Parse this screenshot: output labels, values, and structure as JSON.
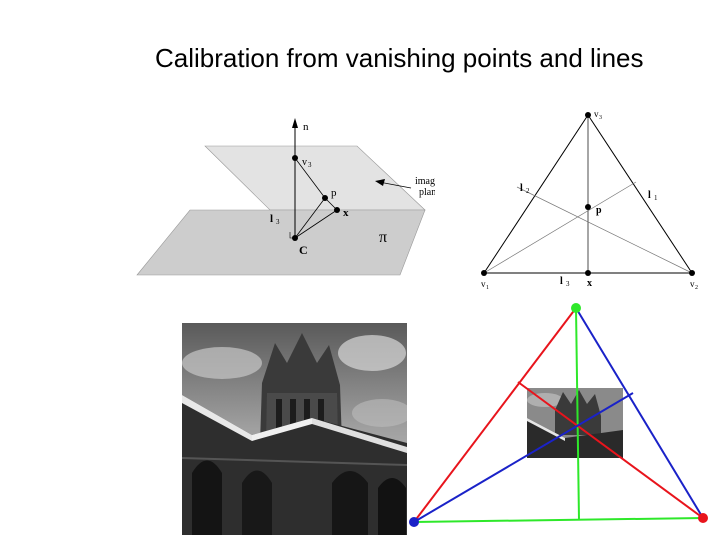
{
  "title": "Calibration from vanishing points and lines",
  "plane_figure": {
    "labels": {
      "n": "n",
      "v3": "v",
      "v3_sub": "3",
      "p": "p",
      "x": "x",
      "l3": "l",
      "l3_sub": "3",
      "c": "C",
      "pi": "π",
      "image_plane_1": "image",
      "image_plane_2": "plane"
    }
  },
  "triangle_figure": {
    "labels": {
      "v3": "v",
      "v3_sub": "3",
      "l2": "l",
      "l2_sub": "2",
      "l1": "l",
      "l1_sub": "1",
      "p": "p",
      "v1": "v",
      "v1_sub": "1",
      "l3": "l",
      "l3_sub": "3",
      "x": "x",
      "v2": "v",
      "v2_sub": "2"
    }
  },
  "colors": {
    "red": "#e8141c",
    "blue": "#1a22c8",
    "green": "#2ee82a",
    "plane_gray": "#cfcfcf",
    "photo_sky": "#9a9a9a"
  }
}
